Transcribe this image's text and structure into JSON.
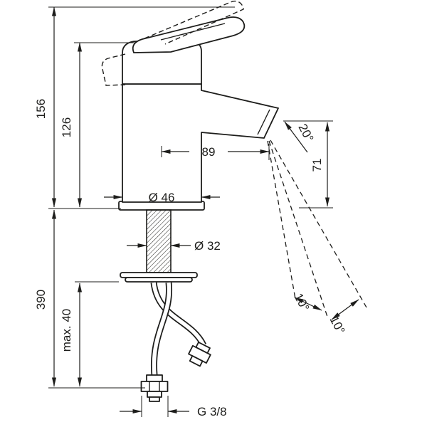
{
  "drawing": {
    "title": "single-lever-basin-mixer-dimension-drawing",
    "ink_color": "#1d1d1b",
    "labels": {
      "total_height": "156",
      "spout_top_height": "126",
      "reach": "89",
      "outlet_height": "71",
      "outlet_angle": "20°",
      "body_diameter": "Ø 46",
      "shank_diameter": "Ø 32",
      "hose_length": "390",
      "max_deck_thickness": "max. 40",
      "spray_angle_a": "10°",
      "spray_angle_b": "10°",
      "thread_size": "G 3/8"
    }
  }
}
